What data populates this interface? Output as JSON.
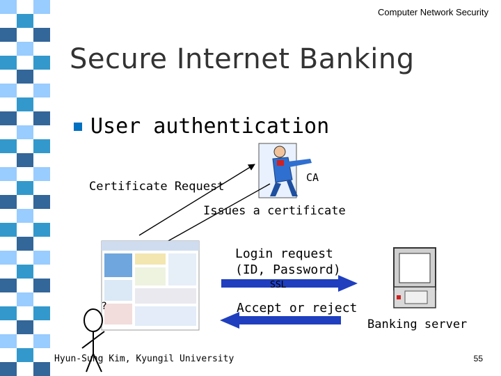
{
  "slide": {
    "header": "Computer Network Security",
    "title": "Secure Internet Banking",
    "bullet": "User authentication",
    "footer": "Hyun-Sung Kim, Kyungil University",
    "page_number": "55"
  },
  "diagram": {
    "ca_label": "CA",
    "cert_request": "Certificate Request",
    "issues_cert": "Issues a certificate",
    "login_line1": "Login request",
    "login_line2": "(ID, Password)",
    "ssl_label": "SSL",
    "accept_reject": "Accept or reject",
    "server_label": "Banking server"
  },
  "colors": {
    "strip_light": "#99ccff",
    "strip_blue": "#3399cc",
    "strip_dark": "#336699",
    "arrow_blue": "#1f3fbf"
  }
}
